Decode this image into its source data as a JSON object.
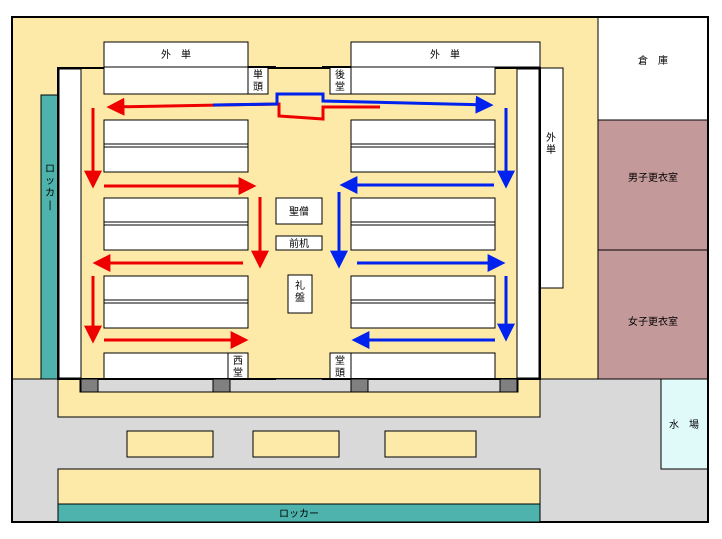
{
  "colors": {
    "floor": "#fdeaa8",
    "corridor": "#d9d9d9",
    "locker": "#4db3ac",
    "dressing": "#c4999a",
    "water": "#dffaf9",
    "red_arrow": "#ee0000",
    "blue_arrow": "#0022ee",
    "line": "#000000"
  },
  "labels": {
    "outer_tan_left": "外　単",
    "outer_tan_right": "外　単",
    "tan_to": "単\n頭",
    "go_do": "後\n堂",
    "outer_tan_side": "外\n\n単",
    "locker_left": "ロッカー",
    "locker_bottom": "ロッカー",
    "warehouse": "倉　庫",
    "mens_changing": "男子更衣室",
    "womens_changing": "女子更衣室",
    "water_area": "水　場",
    "holy_monk": "聖僧",
    "front_desk": "前机",
    "raiban": "礼\n盤",
    "sei_do": "西\n堂",
    "do_to": "堂\n頭"
  }
}
